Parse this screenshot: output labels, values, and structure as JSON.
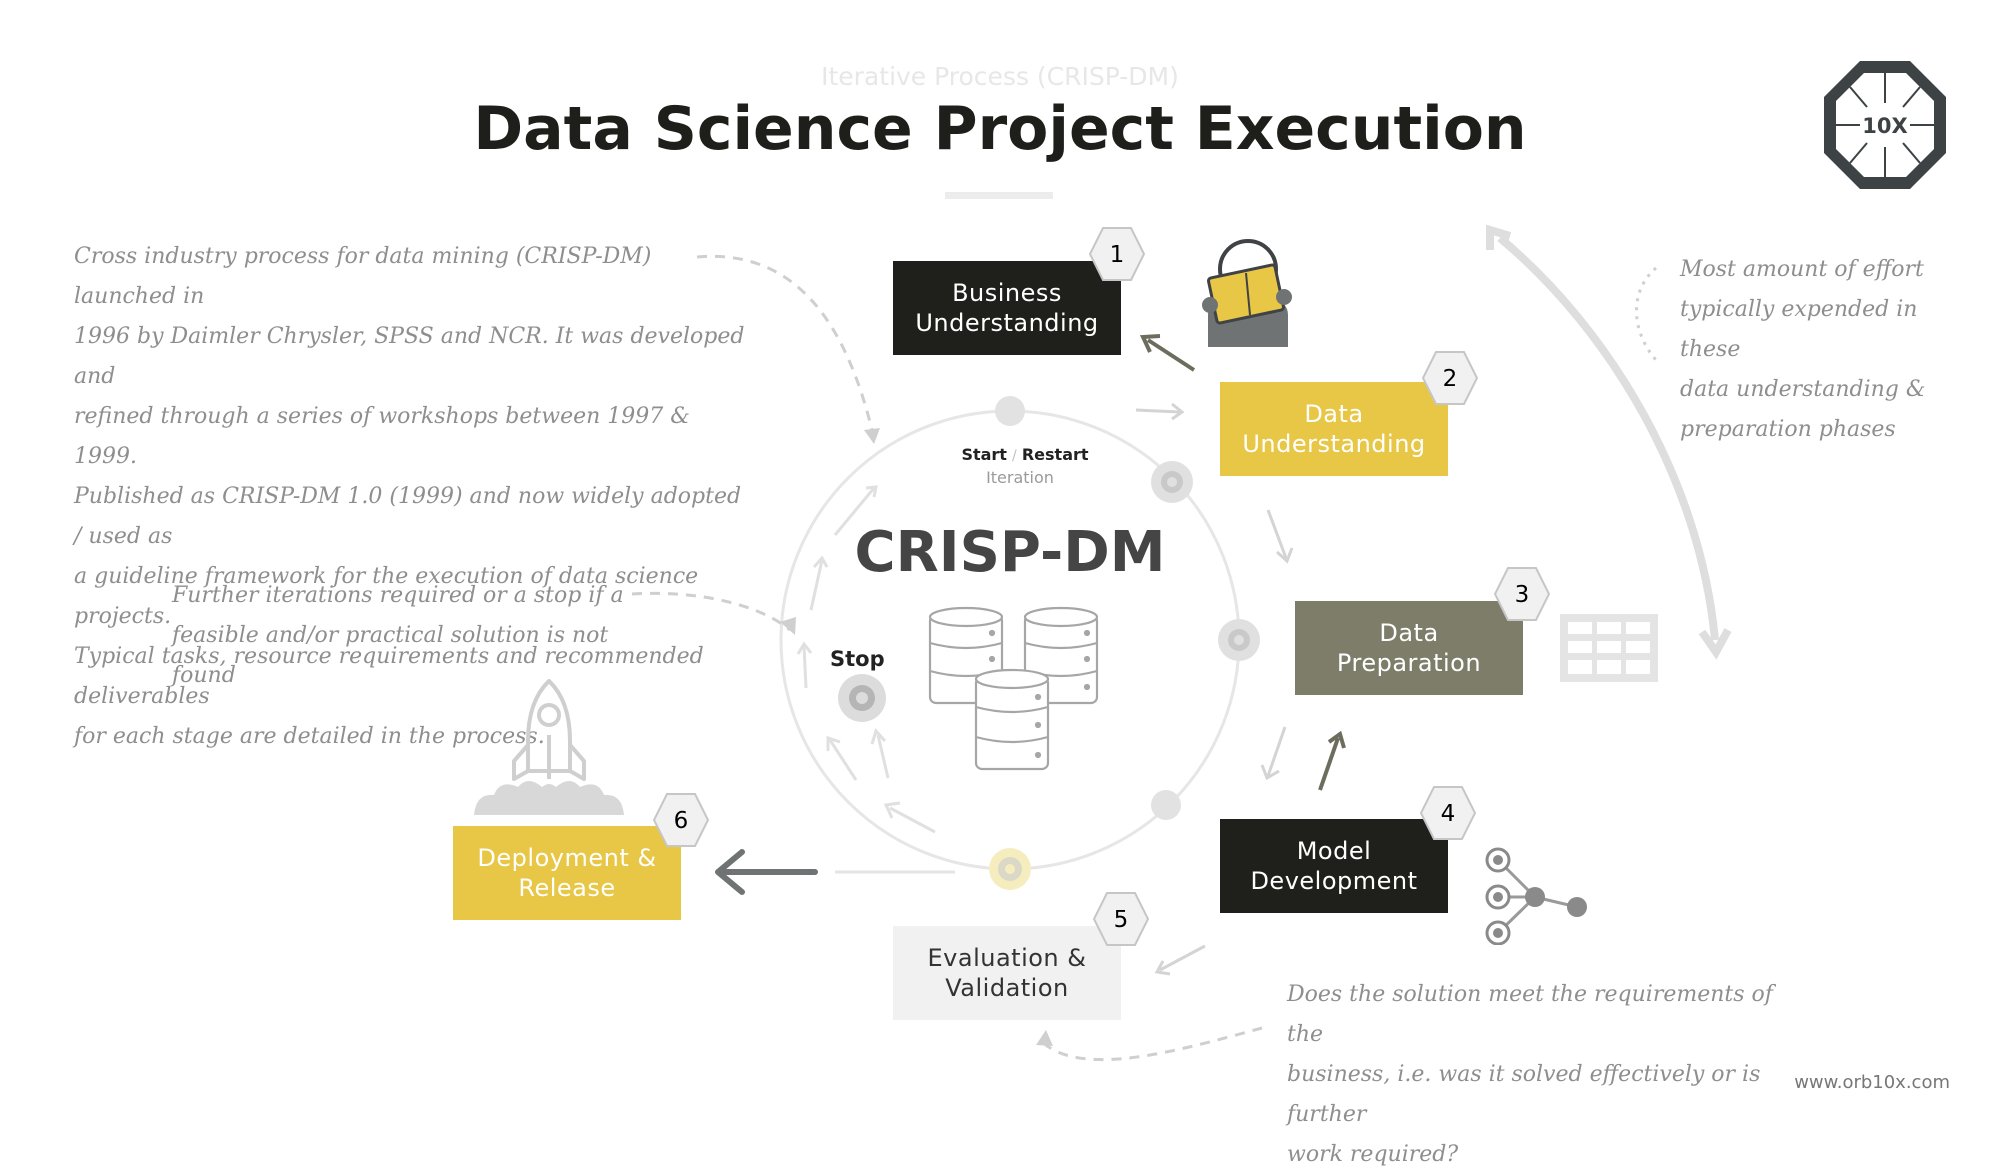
{
  "header": {
    "subtitle": "Iterative Process (CRISP-DM)",
    "title": "Data Science Project Execution"
  },
  "logo": {
    "text": "10X",
    "icon": "octagon-gem-logo"
  },
  "notes": {
    "top_left": [
      "Cross industry process for data mining (CRISP-DM) launched in",
      "1996 by Daimler Chrysler, SPSS and NCR.  It was developed and",
      "refined through a series of workshops between 1997 & 1999.",
      "Published as CRISP-DM 1.0 (1999) and now widely adopted / used as",
      "a guideline framework for the execution of data science projects.",
      "Typical tasks, resource requirements and recommended deliverables",
      "for each stage are detailed in the process."
    ],
    "mid_left": [
      "Further iterations required or a stop if a",
      "feasible and/or practical solution is not found"
    ],
    "top_right": [
      "Most amount of effort",
      "typically expended in these",
      "data understanding &",
      "preparation phases"
    ],
    "bottom_right": [
      "Does the solution meet the requirements of the",
      "business, i.e. was it solved effectively or is further",
      "work required?"
    ]
  },
  "center": {
    "label": "CRISP-DM",
    "start": "Start",
    "separator": "/",
    "restart": "Restart",
    "iteration": "Iteration",
    "stop": "Stop",
    "icon": "database-stack-icon"
  },
  "stages": [
    {
      "number": "1",
      "label": "Business\nUnderstanding",
      "color": "#1f1f1b",
      "text_color": "#ffffff"
    },
    {
      "number": "2",
      "label": "Data\nUnderstanding",
      "color": "#e8c646",
      "text_color": "#ffffff"
    },
    {
      "number": "3",
      "label": "Data\nPreparation",
      "color": "#7d7d6a",
      "text_color": "#ffffff"
    },
    {
      "number": "4",
      "label": "Model\nDevelopment",
      "color": "#1f1f1b",
      "text_color": "#ffffff"
    },
    {
      "number": "5",
      "label": "Evaluation &\nValidation",
      "color": "#f1f1f1",
      "text_color": "#333333"
    },
    {
      "number": "6",
      "label": "Deployment &\nRelease",
      "color": "#e8c646",
      "text_color": "#ffffff"
    }
  ],
  "icons": [
    "person-reading-icon",
    "table-grid-icon",
    "network-nodes-icon",
    "rocket-launch-icon"
  ],
  "colors": {
    "accent_yellow": "#e8c646",
    "dark": "#1f1f1b",
    "olive": "#7d7d6a",
    "light_gray": "#e4e4e4",
    "note_gray": "#8e8e8e"
  },
  "footer": {
    "url": "www.orb10x.com"
  }
}
